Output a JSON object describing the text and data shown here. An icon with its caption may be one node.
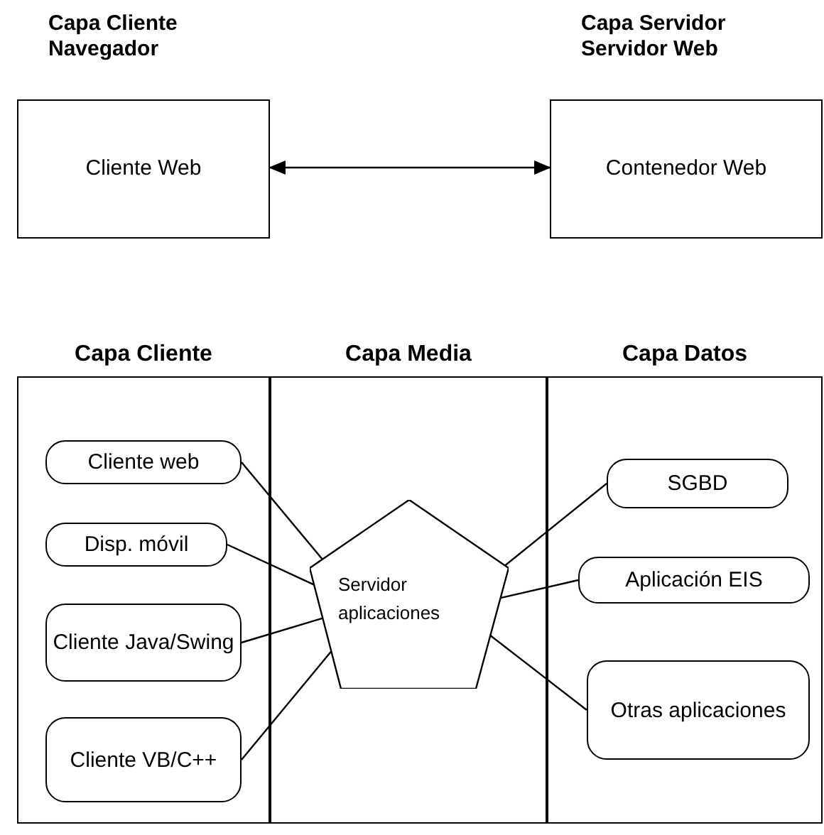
{
  "diagram": {
    "nodes": [
      {
        "text": [
          "Capa Cliente Navegador",
          "Cliente Web"
        ]
      },
      {
        "text": [
          "Capa Servidor Servidor Web",
          "Contenedor Web"
        ]
      },
      {
        "text": [
          "Capa Cliente"
        ]
      },
      {
        "text": [
          "Capa Media"
        ]
      },
      {
        "text": [
          "Capa Datos"
        ]
      },
      {
        "text": [
          "Cliente web"
        ],
        "in": 2
      },
      {
        "text": [
          "Disp. móvil"
        ],
        "in": 2
      },
      {
        "text": [
          "Cliente Java/Swing"
        ],
        "in": 2
      },
      {
        "text": [
          "Cliente VB/C++"
        ],
        "in": 2
      },
      {
        "text": [
          "Servidor aplicaciones"
        ],
        "in": 3
      },
      {
        "text": [
          "SGBD"
        ],
        "in": 4
      },
      {
        "text": [
          "Aplicación EIS"
        ],
        "in": 4
      },
      {
        "text": [
          "Otras aplicaciones"
        ],
        "in": 4
      }
    ],
    "edges": [
      {
        "from": 0,
        "to": 1,
        "arrow": "both"
      },
      {
        "from": 5,
        "to": 9,
        "arrow": "none"
      },
      {
        "from": 6,
        "to": 9,
        "arrow": "none"
      },
      {
        "from": 7,
        "to": 9,
        "arrow": "none"
      },
      {
        "from": 8,
        "to": 9,
        "arrow": "none"
      },
      {
        "from": 9,
        "to": 10,
        "arrow": "none"
      },
      {
        "from": 9,
        "to": 11,
        "arrow": "none"
      },
      {
        "from": 9,
        "to": 12,
        "arrow": "none"
      }
    ]
  }
}
